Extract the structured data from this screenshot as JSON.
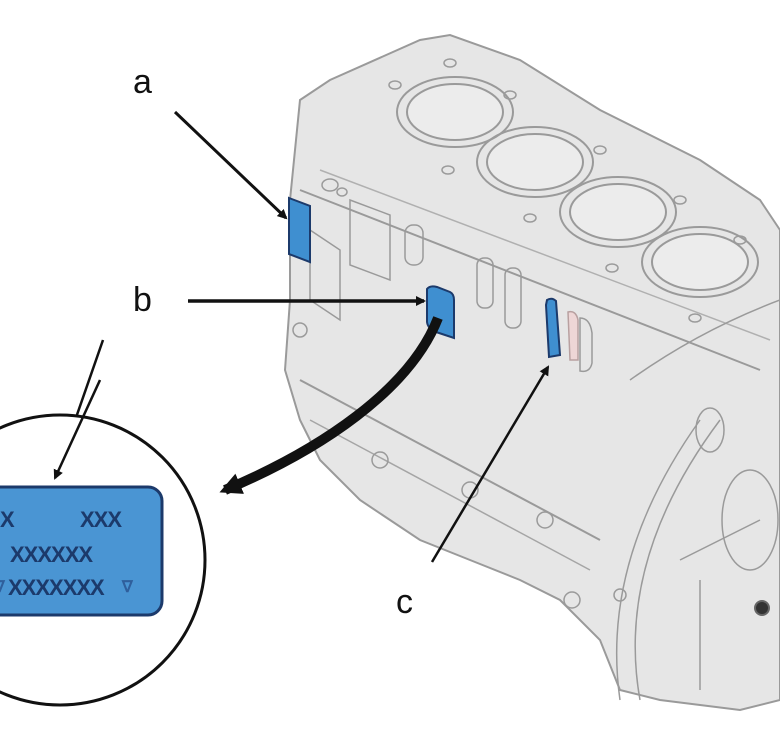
{
  "diagram": {
    "subject": "engine cylinder block with identification markings",
    "callouts": [
      {
        "id": "a",
        "label": "a",
        "target": "upper identification plate"
      },
      {
        "id": "b",
        "label": "b",
        "target": "middle identification plate (magnified)"
      },
      {
        "id": "c",
        "label": "c",
        "target": "narrow vertical marking strip"
      }
    ],
    "magnified_plate": {
      "line1_left": "X",
      "line1_right": "XXX",
      "line2": "XXXXXX",
      "line3": "XXXXXXX",
      "line3_prefix_symbol": "∇",
      "line3_suffix_symbol": "∇"
    },
    "cylinder_count": 4,
    "colors": {
      "plate_fill": "#3f8fd0",
      "plate_border": "#1c3a6b",
      "plate_text": "#1c3a6b",
      "block_fill": "#e6e6e6",
      "block_line": "#9a9a9a",
      "arrow": "#111111",
      "background": "#ffffff"
    }
  }
}
